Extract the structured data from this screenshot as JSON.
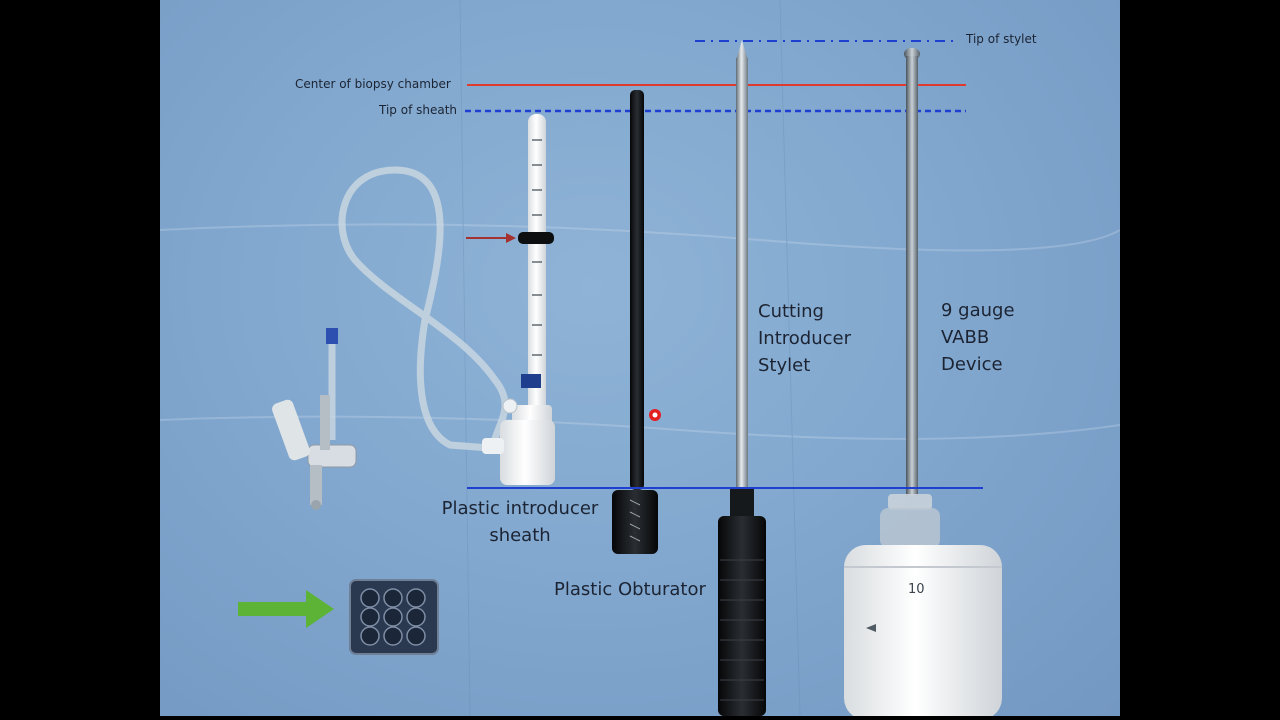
{
  "labels": {
    "tip_of_stylet": "Tip of stylet",
    "center_of_biopsy_chamber": "Center of biopsy chamber",
    "tip_of_sheath": "Tip of sheath",
    "plastic_introducer_sheath_line1": "Plastic introducer",
    "plastic_introducer_sheath_line2": "sheath",
    "plastic_obturator": "Plastic Obturator",
    "cutting_introducer_stylet_line1": "Cutting",
    "cutting_introducer_stylet_line2": "Introducer",
    "cutting_introducer_stylet_line3": "Stylet",
    "vabb_device_line1": "9 gauge",
    "vabb_device_line2": "VABB",
    "vabb_device_line3": "Device",
    "device_dial_number": "10"
  },
  "colors": {
    "background_drape": "#82a8cf",
    "letterbox": "#000000",
    "center_line": "#e03a2e",
    "tip_lines": "#1f3fd0",
    "green_arrow": "#5cb336",
    "pointer_arrow": "#a5322e",
    "cursor_dot": "#e32020"
  }
}
